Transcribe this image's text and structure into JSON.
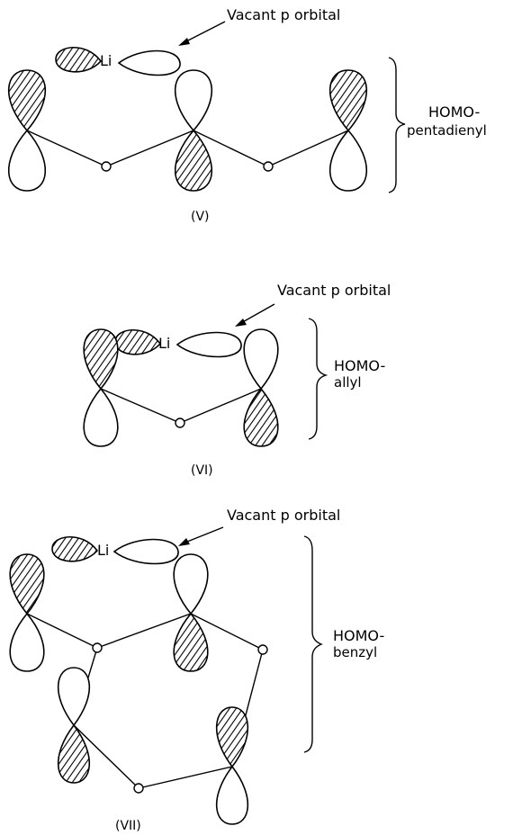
{
  "diagrams": [
    {
      "li_label": "Li",
      "vacant_label": "Vacant p orbital",
      "homo_line1": "HOMO-",
      "homo_line2": "pentadienyl",
      "caption": "(V)"
    },
    {
      "li_label": "Li",
      "vacant_label": "Vacant p orbital",
      "homo_line1": "HOMO-",
      "homo_line2": "allyl",
      "caption": "(VI)"
    },
    {
      "li_label": "Li",
      "vacant_label": "Vacant p orbital",
      "homo_line1": "HOMO-",
      "homo_line2": "benzyl",
      "caption": "(VII)"
    }
  ]
}
